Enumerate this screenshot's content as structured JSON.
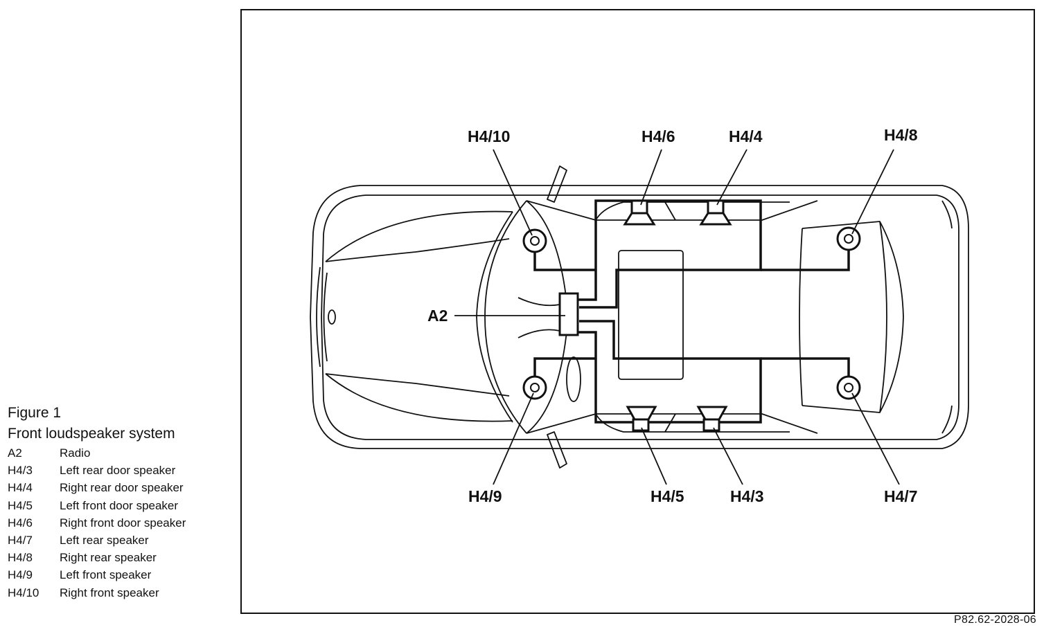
{
  "figure": {
    "number_label": "Figure 1",
    "title": "Front loudspeaker system"
  },
  "legend": [
    {
      "code": "A2",
      "description": "Radio"
    },
    {
      "code": "H4/3",
      "description": "Left rear door speaker"
    },
    {
      "code": "H4/4",
      "description": "Right rear door speaker"
    },
    {
      "code": "H4/5",
      "description": "Left front door speaker"
    },
    {
      "code": "H4/6",
      "description": "Right front door speaker"
    },
    {
      "code": "H4/7",
      "description": "Left rear speaker"
    },
    {
      "code": "H4/8",
      "description": "Right rear speaker"
    },
    {
      "code": "H4/9",
      "description": "Left front speaker"
    },
    {
      "code": "H4/10",
      "description": "Right front speaker"
    }
  ],
  "callouts": {
    "h4_10": "H4/10",
    "h4_6": "H4/6",
    "h4_4": "H4/4",
    "h4_8": "H4/8",
    "a2": "A2",
    "h4_9": "H4/9",
    "h4_5": "H4/5",
    "h4_3": "H4/3",
    "h4_7": "H4/7"
  },
  "reference_code": "P82.62-2028-06"
}
